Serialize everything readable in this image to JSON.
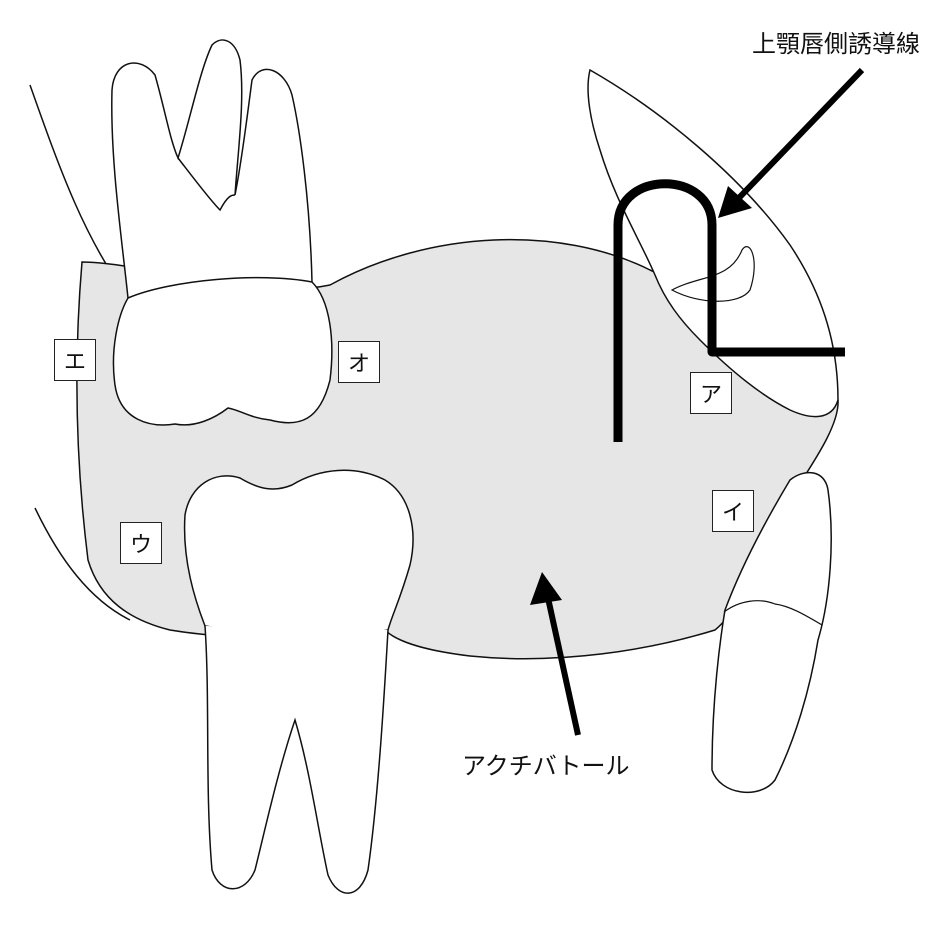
{
  "labels": {
    "a": "ア",
    "i": "イ",
    "u": "ウ",
    "e": "エ",
    "o": "オ"
  },
  "captions": {
    "labial_wire": "上顎唇側誘導線",
    "activator": "アクチバトール"
  },
  "colors": {
    "resin_fill": "#e6e6e6",
    "outline": "#111111",
    "wire": "#000000"
  }
}
